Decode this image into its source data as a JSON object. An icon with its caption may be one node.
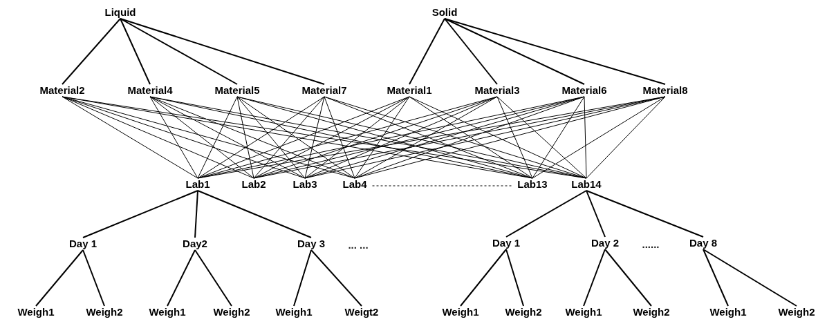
{
  "diagram": {
    "nodes": [
      {
        "text": [
          "Liquid"
        ]
      },
      {
        "text": [
          "Solid"
        ]
      },
      {
        "text": [
          "Material2"
        ]
      },
      {
        "text": [
          "Material4"
        ]
      },
      {
        "text": [
          "Material5"
        ]
      },
      {
        "text": [
          "Material7"
        ]
      },
      {
        "text": [
          "Material1"
        ]
      },
      {
        "text": [
          "Material3"
        ]
      },
      {
        "text": [
          "Material6"
        ]
      },
      {
        "text": [
          "Material8"
        ]
      },
      {
        "text": [
          "Lab1"
        ]
      },
      {
        "text": [
          "Lab2"
        ]
      },
      {
        "text": [
          "Lab3"
        ]
      },
      {
        "text": [
          "Lab4"
        ]
      },
      {
        "text": [
          "Lab13"
        ]
      },
      {
        "text": [
          "Lab14"
        ]
      },
      {
        "text": [
          "Day 1"
        ]
      },
      {
        "text": [
          "Day2"
        ]
      },
      {
        "text": [
          "Day 3"
        ]
      },
      {
        "text": [
          "Day 1"
        ]
      },
      {
        "text": [
          "Day 2"
        ]
      },
      {
        "text": [
          "Day 8"
        ]
      },
      {
        "text": [
          "Weigh1"
        ]
      },
      {
        "text": [
          "Weigh2"
        ]
      },
      {
        "text": [
          "Weigh1"
        ]
      },
      {
        "text": [
          "Weigh2"
        ]
      },
      {
        "text": [
          "Weigh1"
        ]
      },
      {
        "text": [
          "Weigt2"
        ]
      },
      {
        "text": [
          "Weigh1"
        ]
      },
      {
        "text": [
          "Weigh2"
        ]
      },
      {
        "text": [
          "Weigh1"
        ]
      },
      {
        "text": [
          "Weigh2"
        ]
      },
      {
        "text": [
          "Weigh1"
        ]
      },
      {
        "text": [
          "Weigh2"
        ]
      }
    ],
    "edges": [
      {
        "from": 0,
        "to": 2,
        "arrow": "none"
      },
      {
        "from": 0,
        "to": 3,
        "arrow": "none"
      },
      {
        "from": 0,
        "to": 4,
        "arrow": "none"
      },
      {
        "from": 0,
        "to": 5,
        "arrow": "none"
      },
      {
        "from": 1,
        "to": 6,
        "arrow": "none"
      },
      {
        "from": 1,
        "to": 7,
        "arrow": "none"
      },
      {
        "from": 1,
        "to": 8,
        "arrow": "none"
      },
      {
        "from": 1,
        "to": 9,
        "arrow": "none"
      },
      {
        "from": 2,
        "to": 10,
        "arrow": "none"
      },
      {
        "from": 2,
        "to": 11,
        "arrow": "none"
      },
      {
        "from": 2,
        "to": 12,
        "arrow": "none"
      },
      {
        "from": 2,
        "to": 13,
        "arrow": "none"
      },
      {
        "from": 2,
        "to": 14,
        "arrow": "none"
      },
      {
        "from": 2,
        "to": 15,
        "arrow": "none"
      },
      {
        "from": 3,
        "to": 10,
        "arrow": "none"
      },
      {
        "from": 3,
        "to": 11,
        "arrow": "none"
      },
      {
        "from": 3,
        "to": 12,
        "arrow": "none"
      },
      {
        "from": 3,
        "to": 13,
        "arrow": "none"
      },
      {
        "from": 3,
        "to": 14,
        "arrow": "none"
      },
      {
        "from": 3,
        "to": 15,
        "arrow": "none"
      },
      {
        "from": 4,
        "to": 10,
        "arrow": "none"
      },
      {
        "from": 4,
        "to": 11,
        "arrow": "none"
      },
      {
        "from": 4,
        "to": 12,
        "arrow": "none"
      },
      {
        "from": 4,
        "to": 13,
        "arrow": "none"
      },
      {
        "from": 4,
        "to": 14,
        "arrow": "none"
      },
      {
        "from": 4,
        "to": 15,
        "arrow": "none"
      },
      {
        "from": 5,
        "to": 10,
        "arrow": "none"
      },
      {
        "from": 5,
        "to": 11,
        "arrow": "none"
      },
      {
        "from": 5,
        "to": 12,
        "arrow": "none"
      },
      {
        "from": 5,
        "to": 13,
        "arrow": "none"
      },
      {
        "from": 5,
        "to": 14,
        "arrow": "none"
      },
      {
        "from": 5,
        "to": 15,
        "arrow": "none"
      },
      {
        "from": 6,
        "to": 10,
        "arrow": "none"
      },
      {
        "from": 6,
        "to": 11,
        "arrow": "none"
      },
      {
        "from": 6,
        "to": 12,
        "arrow": "none"
      },
      {
        "from": 6,
        "to": 13,
        "arrow": "none"
      },
      {
        "from": 6,
        "to": 14,
        "arrow": "none"
      },
      {
        "from": 6,
        "to": 15,
        "arrow": "none"
      },
      {
        "from": 7,
        "to": 10,
        "arrow": "none"
      },
      {
        "from": 7,
        "to": 11,
        "arrow": "none"
      },
      {
        "from": 7,
        "to": 12,
        "arrow": "none"
      },
      {
        "from": 7,
        "to": 13,
        "arrow": "none"
      },
      {
        "from": 7,
        "to": 14,
        "arrow": "none"
      },
      {
        "from": 7,
        "to": 15,
        "arrow": "none"
      },
      {
        "from": 8,
        "to": 10,
        "arrow": "none"
      },
      {
        "from": 8,
        "to": 11,
        "arrow": "none"
      },
      {
        "from": 8,
        "to": 12,
        "arrow": "none"
      },
      {
        "from": 8,
        "to": 13,
        "arrow": "none"
      },
      {
        "from": 8,
        "to": 14,
        "arrow": "none"
      },
      {
        "from": 8,
        "to": 15,
        "arrow": "none"
      },
      {
        "from": 9,
        "to": 10,
        "arrow": "none"
      },
      {
        "from": 9,
        "to": 11,
        "arrow": "none"
      },
      {
        "from": 9,
        "to": 12,
        "arrow": "none"
      },
      {
        "from": 9,
        "to": 13,
        "arrow": "none"
      },
      {
        "from": 9,
        "to": 14,
        "arrow": "none"
      },
      {
        "from": 9,
        "to": 15,
        "arrow": "none"
      },
      {
        "from": 13,
        "to": 14,
        "arrow": "none",
        "style": "dashed"
      },
      {
        "from": 10,
        "to": 16,
        "arrow": "none"
      },
      {
        "from": 10,
        "to": 17,
        "arrow": "none"
      },
      {
        "from": 10,
        "to": 18,
        "arrow": "none"
      },
      {
        "from": 15,
        "to": 19,
        "arrow": "none"
      },
      {
        "from": 15,
        "to": 20,
        "arrow": "none"
      },
      {
        "from": 15,
        "to": 21,
        "arrow": "none"
      },
      {
        "from": 16,
        "to": 22,
        "arrow": "none"
      },
      {
        "from": 16,
        "to": 23,
        "arrow": "none"
      },
      {
        "from": 17,
        "to": 24,
        "arrow": "none"
      },
      {
        "from": 17,
        "to": 25,
        "arrow": "none"
      },
      {
        "from": 18,
        "to": 26,
        "arrow": "none"
      },
      {
        "from": 18,
        "to": 27,
        "arrow": "none"
      },
      {
        "from": 19,
        "to": 28,
        "arrow": "none"
      },
      {
        "from": 19,
        "to": 29,
        "arrow": "none"
      },
      {
        "from": 20,
        "to": 30,
        "arrow": "none"
      },
      {
        "from": 20,
        "to": 31,
        "arrow": "none"
      },
      {
        "from": 21,
        "to": 32,
        "arrow": "none"
      },
      {
        "from": 21,
        "to": 33,
        "arrow": "none"
      }
    ],
    "labels": [
      "... ...",
      "......"
    ]
  }
}
